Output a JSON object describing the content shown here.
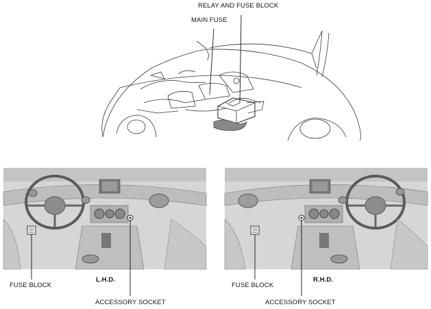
{
  "top_labels": {
    "relay_fuse_block": "RELAY AND FUSE BLOCK",
    "main_fuse": "MAIN FUSE"
  },
  "lhd_panel": {
    "fuse_block": "FUSE BLOCK",
    "drive_side": "L.H.D.",
    "accessory_socket": "ACCESSORY SOCKET"
  },
  "rhd_panel": {
    "fuse_block": "FUSE BLOCK",
    "drive_side": "R.H.D.",
    "accessory_socket": "ACCESSORY SOCKET"
  }
}
